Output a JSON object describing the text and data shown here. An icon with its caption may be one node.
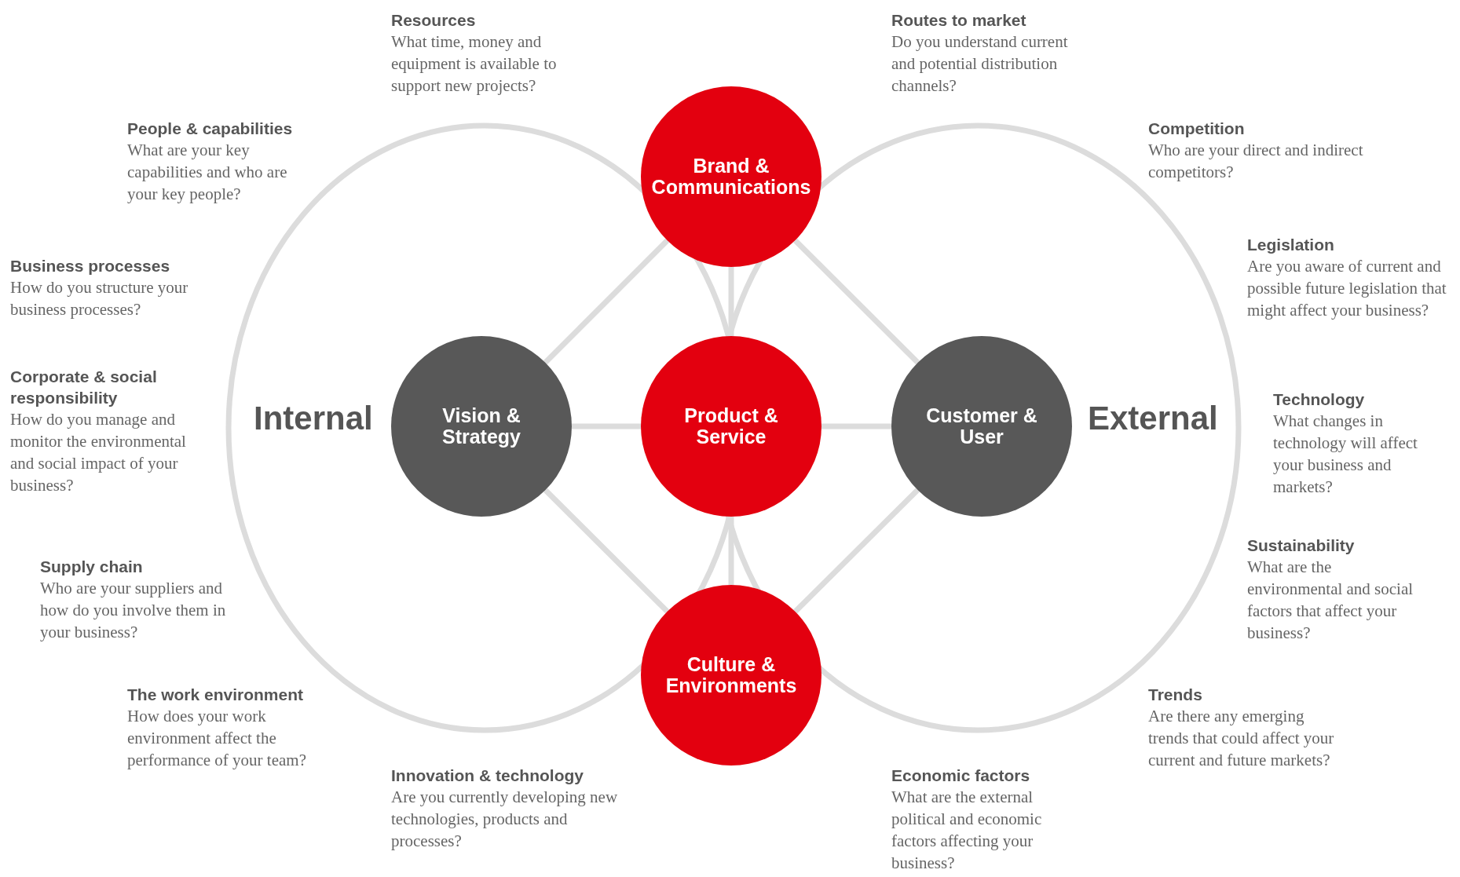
{
  "diagram": {
    "nodes": [
      {
        "text": [
          "Brand & Communications"
        ]
      },
      {
        "text": [
          "Vision & Strategy"
        ]
      },
      {
        "text": [
          "Product & Service"
        ]
      },
      {
        "text": [
          "Customer & User"
        ]
      },
      {
        "text": [
          "Culture & Environments"
        ]
      }
    ],
    "edges": [
      {
        "from": 0,
        "to": 1,
        "arrow": "none"
      },
      {
        "from": 0,
        "to": 2,
        "arrow": "none"
      },
      {
        "from": 0,
        "to": 3,
        "arrow": "none"
      },
      {
        "from": 1,
        "to": 2,
        "arrow": "none"
      },
      {
        "from": 2,
        "to": 3,
        "arrow": "none"
      },
      {
        "from": 1,
        "to": 4,
        "arrow": "none"
      },
      {
        "from": 2,
        "to": 4,
        "arrow": "none"
      },
      {
        "from": 3,
        "to": 4,
        "arrow": "none"
      }
    ],
    "labels": [
      "Resources",
      "What time, money and equipment is available to support new projects?",
      "Routes to market",
      "Do you understand current and potential distribution channels?",
      "People & capabilities",
      "What are your key capabilities and who are your key people?",
      "Competition",
      "Who are your direct and indirect competitors?",
      "Legislation",
      "Are you aware of current and possible future legislation that might affect your business?",
      "Business processes",
      "How do you structure your business processes?",
      "Corporate & social responsibility",
      "How do you manage and monitor the environmental and social impact of your business?",
      "Technology",
      "What changes in technology will affect your business and markets?",
      "Internal",
      "External",
      "Sustainability",
      "What are the environmental and social factors that affect your business?",
      "Supply chain",
      "Who are your suppliers and how do you involve them in your business?",
      "The work environment",
      "How does your work environment affect the performance of your team?",
      "Trends",
      "Are there any emerging trends that could affect your current and future markets?",
      "Innovation & technology",
      "Are you currently developing new technologies, products and processes?",
      "Economic factors",
      "What are the external political and economic factors affecting your business?"
    ]
  }
}
